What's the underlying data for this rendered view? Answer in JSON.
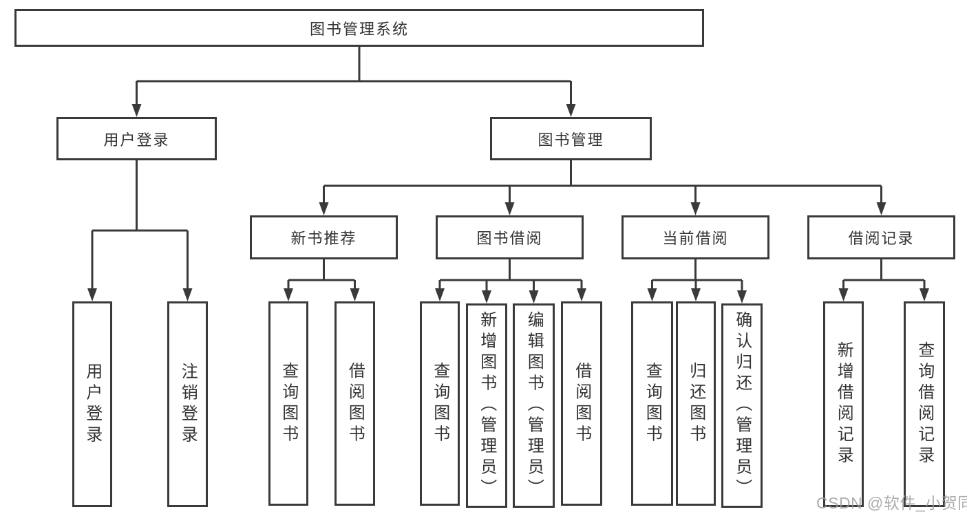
{
  "tree": {
    "root": "图书管理系统",
    "branches": [
      {
        "label": "用户登录",
        "children": [
          "用户登录",
          "注销登录"
        ]
      },
      {
        "label": "图书管理",
        "sections": [
          {
            "label": "新书推荐",
            "children": [
              "查询图书",
              "借阅图书"
            ]
          },
          {
            "label": "图书借阅",
            "children": [
              "查询图书",
              "新增图书（管理员）",
              "编辑图书（管理员）",
              "借阅图书"
            ]
          },
          {
            "label": "当前借阅",
            "children": [
              "查询图书",
              "归还图书",
              "确认归还（管理员）"
            ]
          },
          {
            "label": "借阅记录",
            "children": [
              "新增借阅记录",
              "查询借阅记录"
            ]
          }
        ]
      }
    ]
  },
  "watermark": "CSDN @软件_小贺同学",
  "colors": {
    "line": "#3a3a3a",
    "box_border": "#3a3a3a",
    "text": "#333333",
    "watermark": "#9e9e9e",
    "background": "#ffffff"
  }
}
